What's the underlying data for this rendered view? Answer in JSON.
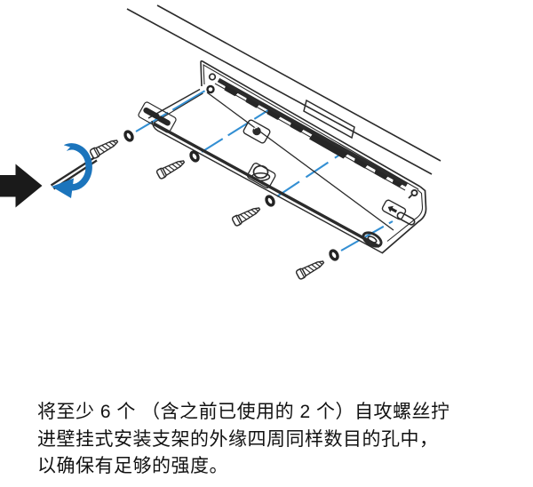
{
  "caption": {
    "lines": [
      "将至少 6 个 （含之前已使用的 2 个）自攻螺丝拧",
      "进壁挂式安装支架的外缘四周同样数目的孔中，",
      "以确保有足够的强度。"
    ]
  },
  "illustration": {
    "icons": {
      "direction_arrow": "solid-right-arrow",
      "rotation_arrow": "clockwise-turn-arc",
      "screw_count_shown": "4",
      "mount_arrow_marking": "up-arrow-on-plate"
    },
    "colors": {
      "line": "#2b2b2b",
      "accent_blue": "#1b74bc",
      "guide_blue": "#338fd3",
      "background": "#ffffff",
      "text": "#121212"
    }
  }
}
